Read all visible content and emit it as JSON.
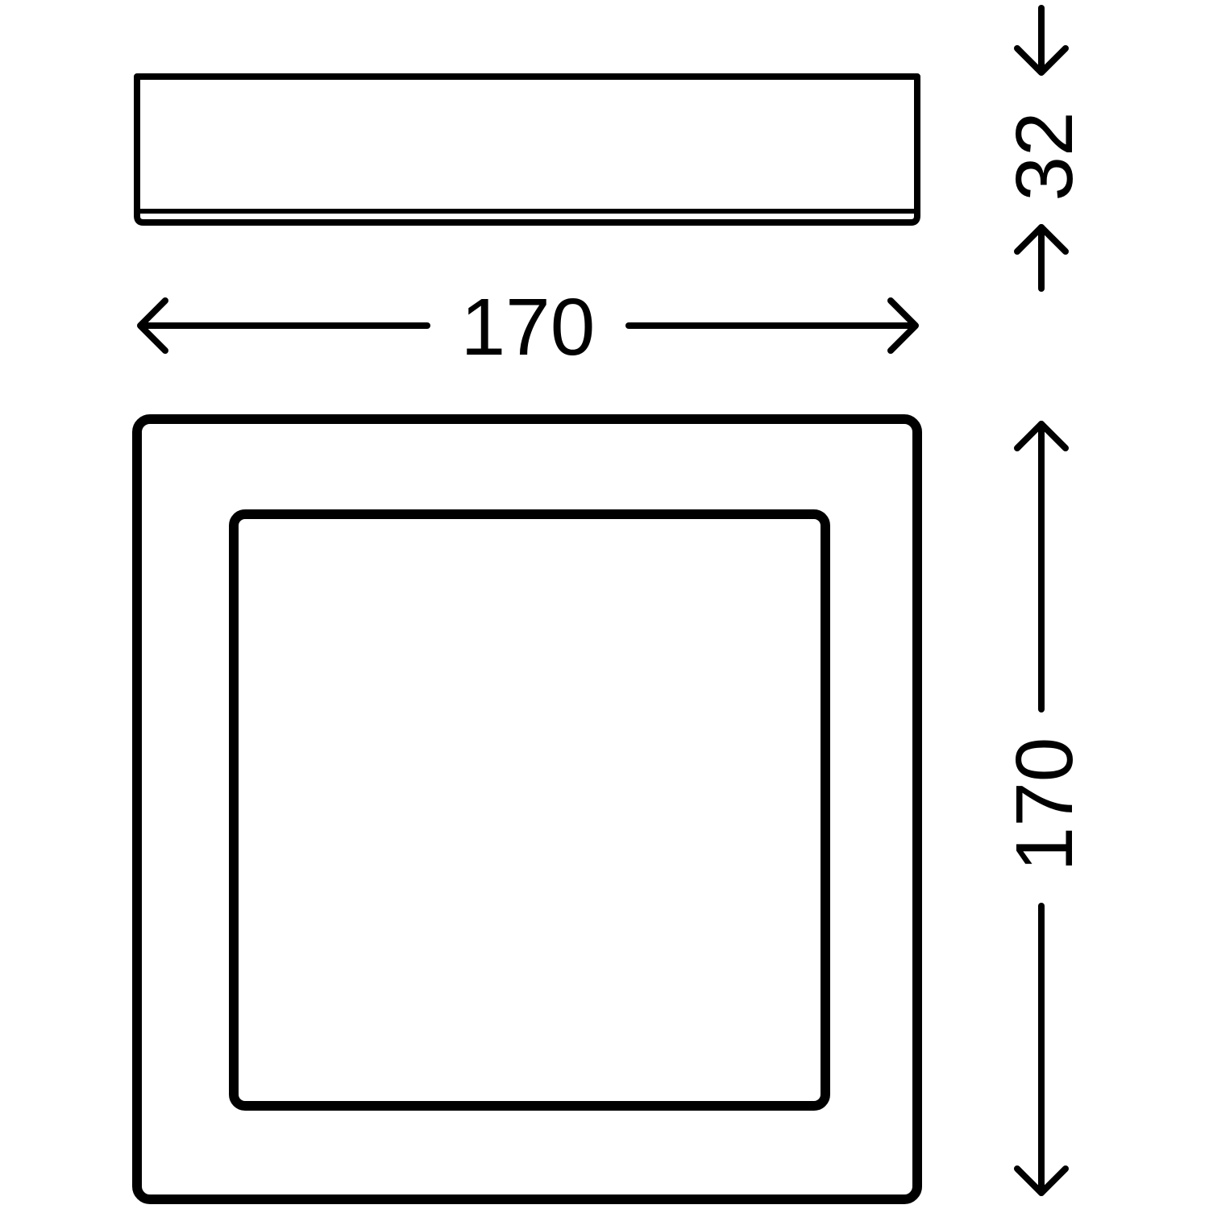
{
  "diagram": {
    "views": {
      "side_view": {
        "label": ""
      },
      "top_view": {
        "label": ""
      }
    },
    "dimensions": {
      "width": {
        "value": "170"
      },
      "height": {
        "value": "32"
      },
      "depth": {
        "value": "170"
      }
    },
    "colors": {
      "line": "#000000",
      "background": "#ffffff"
    }
  }
}
